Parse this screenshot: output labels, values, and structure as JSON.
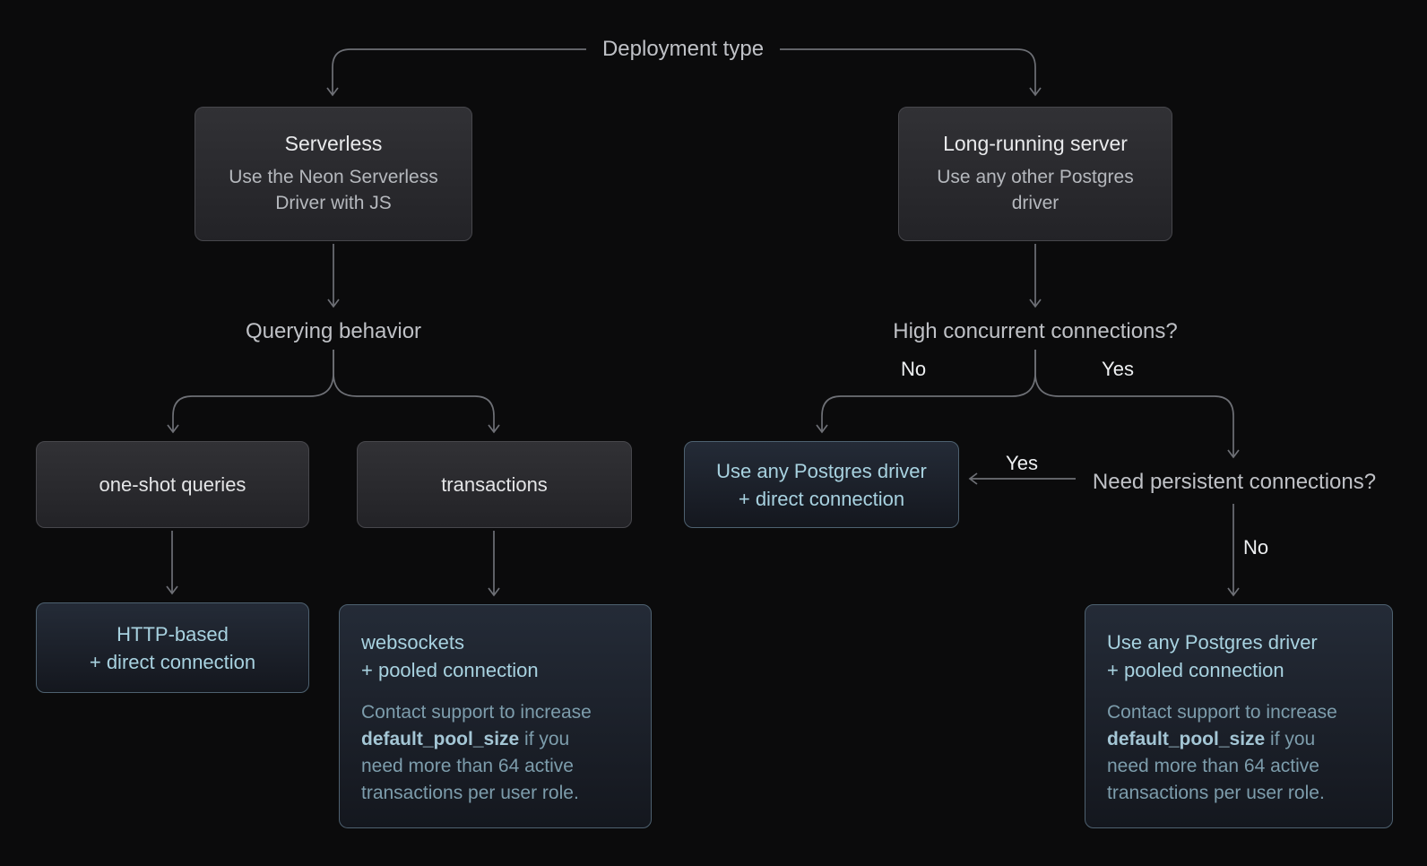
{
  "diagram": {
    "root_label": "Deployment type",
    "questions": {
      "querying": "Querying behavior",
      "high_concurrent": "High concurrent connections?",
      "need_persistent": "Need persistent connections?"
    },
    "edge_labels": {
      "hc_no": "No",
      "hc_yes": "Yes",
      "np_yes": "Yes",
      "np_no": "No"
    },
    "boxes": {
      "serverless": {
        "title": "Serverless",
        "subtitle": "Use the Neon Serverless Driver with JS"
      },
      "long_running": {
        "title": "Long-running server",
        "subtitle": "Use any other Postgres driver"
      },
      "one_shot": {
        "label": "one-shot queries"
      },
      "transactions": {
        "label": "transactions"
      },
      "http_direct": {
        "line1": "HTTP-based",
        "line2": "+ direct connection"
      },
      "any_direct": {
        "line1": "Use any Postgres driver",
        "line2": "+ direct connection"
      },
      "ws_pooled": {
        "line1": "websockets",
        "line2": "+ pooled connection",
        "note_pre": "Contact support to increase ",
        "note_code": "default_pool_size",
        "note_post": " if you need more than 64 active transactions per user role."
      },
      "any_pooled": {
        "line1": "Use any Postgres driver",
        "line2": "+ pooled connection",
        "note_pre": "Contact support to increase ",
        "note_code": "default_pool_size",
        "note_post": " if you need more than 64 active transactions per user role."
      }
    },
    "colors": {
      "background": "#0b0b0c",
      "connector_line": "#6e7076",
      "gray_box_border": "#47474c",
      "blue_box_border": "#4e6170",
      "accent_text": "#a8d2e0",
      "note_text": "#7d9dac",
      "question_label": "#bfc1c6",
      "yes_no_label": "#eef0f2"
    }
  }
}
